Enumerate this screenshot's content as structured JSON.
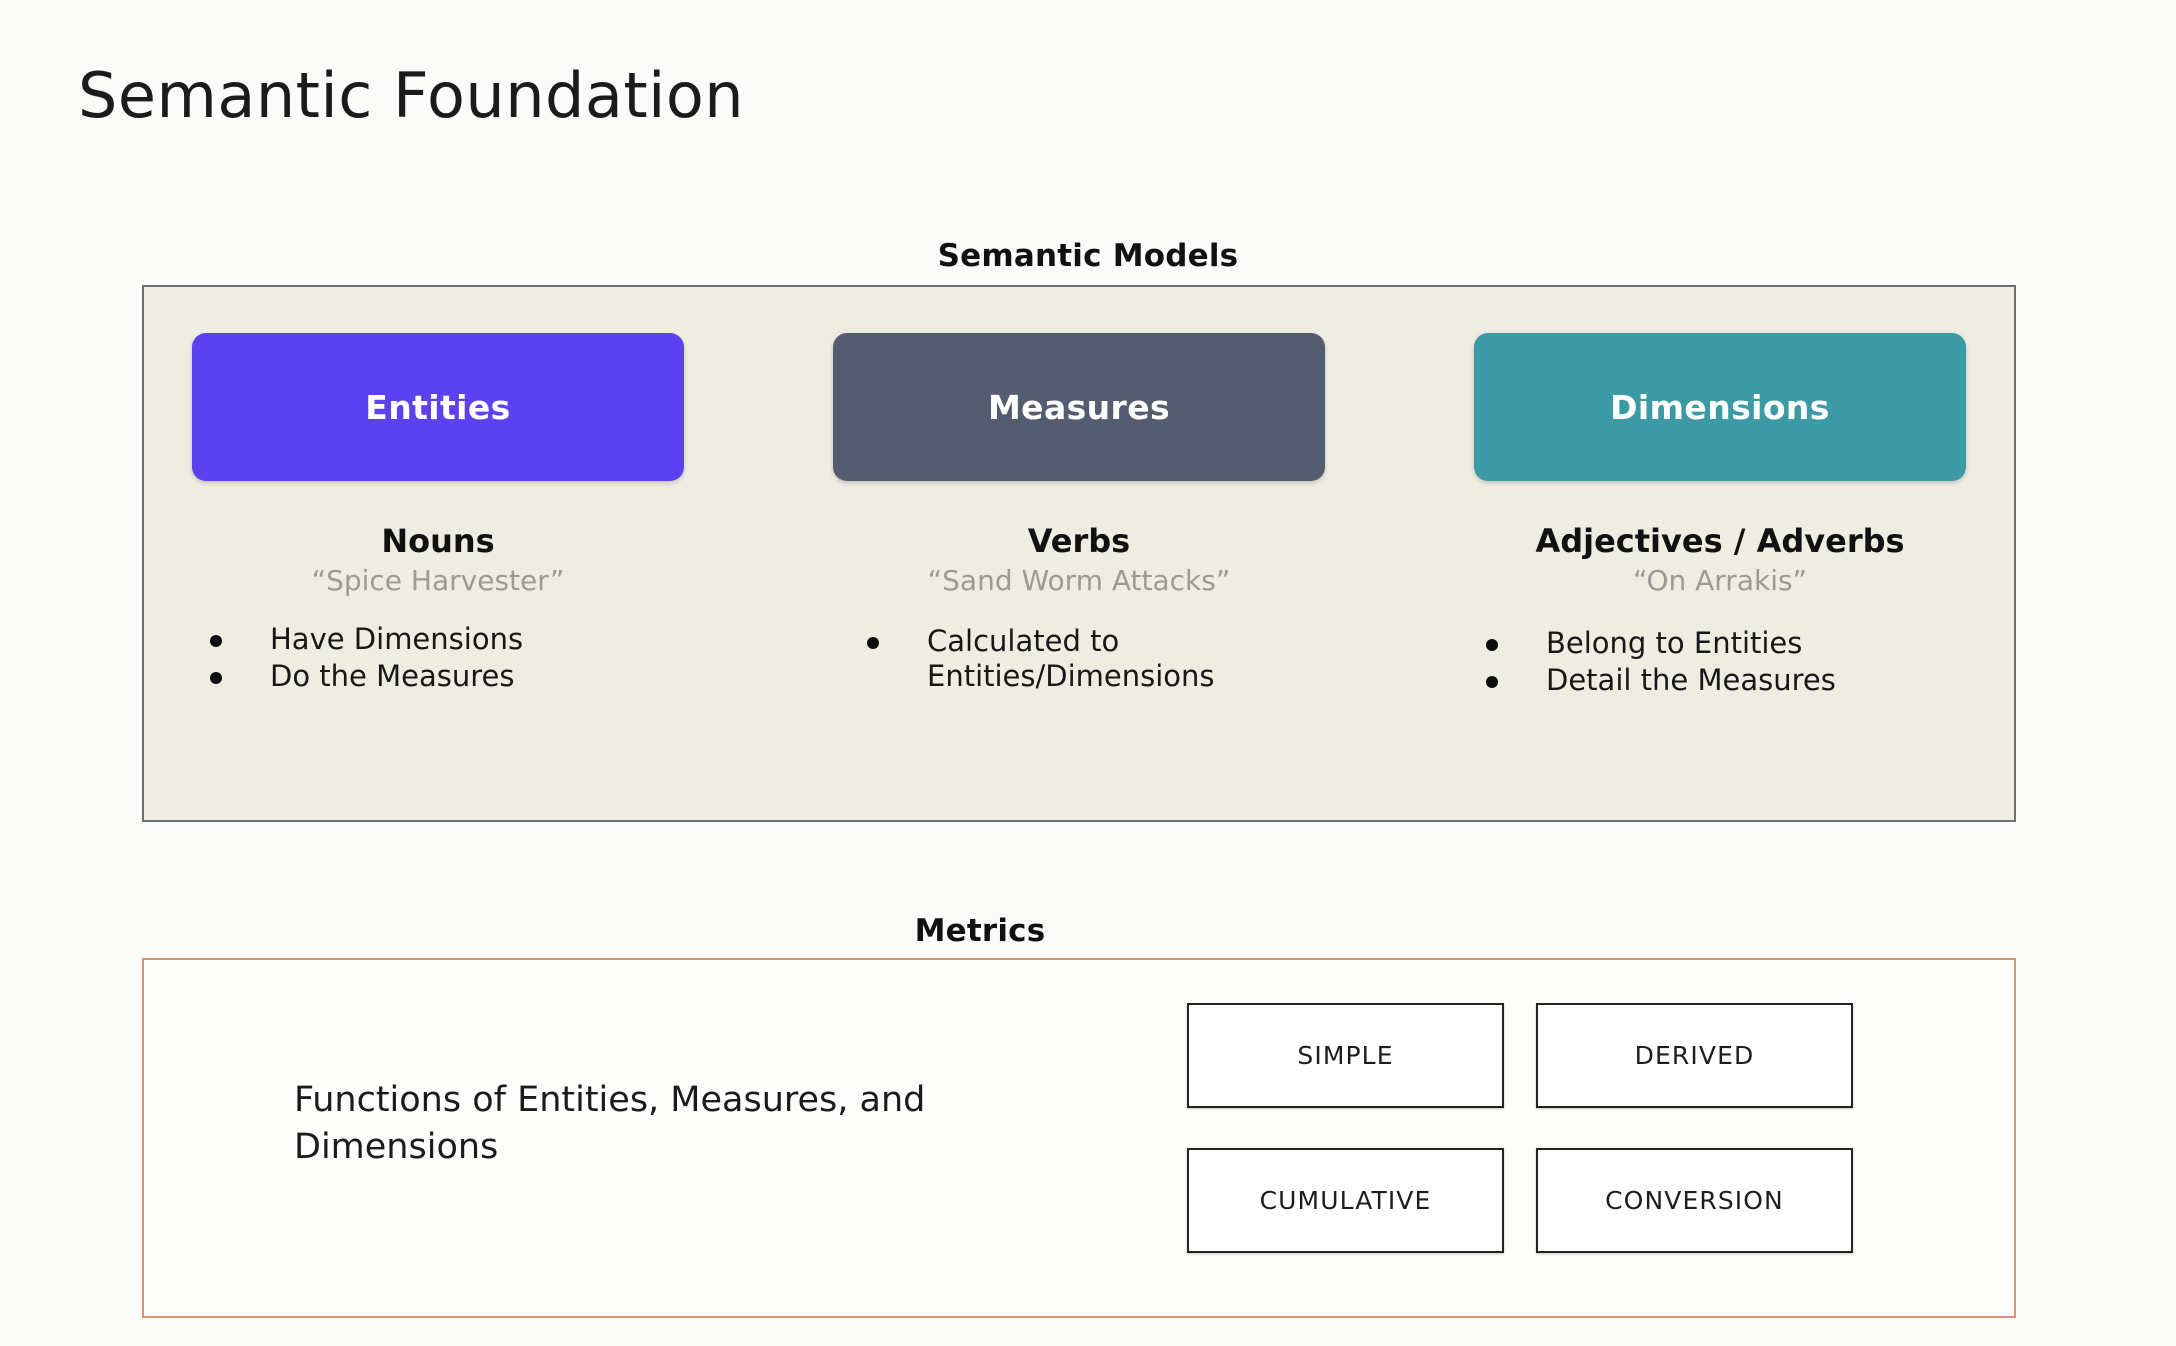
{
  "slide": {
    "title": "Semantic Foundation",
    "background_color": "#fbfbfa"
  },
  "semantic_models": {
    "heading": "Semantic Models",
    "panel_background_color": "#efede2",
    "panel_border_color": "#6c6f76",
    "columns": [
      {
        "card_label": "Entities",
        "card_color": "#5b41f0",
        "part_of_speech": "Nouns",
        "example_phrase": "“Spice Harvester”",
        "bullets": [
          "Have Dimensions",
          "Do the Measures"
        ]
      },
      {
        "card_label": "Measures",
        "card_color": "#545c70",
        "part_of_speech": "Verbs",
        "example_phrase": "“Sand Worm Attacks”",
        "bullets": [
          "Calculated to Entities/Dimensions"
        ]
      },
      {
        "card_label": "Dimensions",
        "card_color": "#3c9aa4",
        "part_of_speech": "Adjectives / Adverbs",
        "example_phrase": "“On Arrakis”",
        "bullets": [
          "Belong to Entities",
          "Detail the Measures"
        ]
      }
    ]
  },
  "metrics": {
    "heading": "Metrics",
    "panel_border_color": "#dd9077",
    "description": "Functions of Entities, Measures, and Dimensions",
    "types": [
      "SIMPLE",
      "DERIVED",
      "CUMULATIVE",
      "CONVERSION"
    ]
  }
}
